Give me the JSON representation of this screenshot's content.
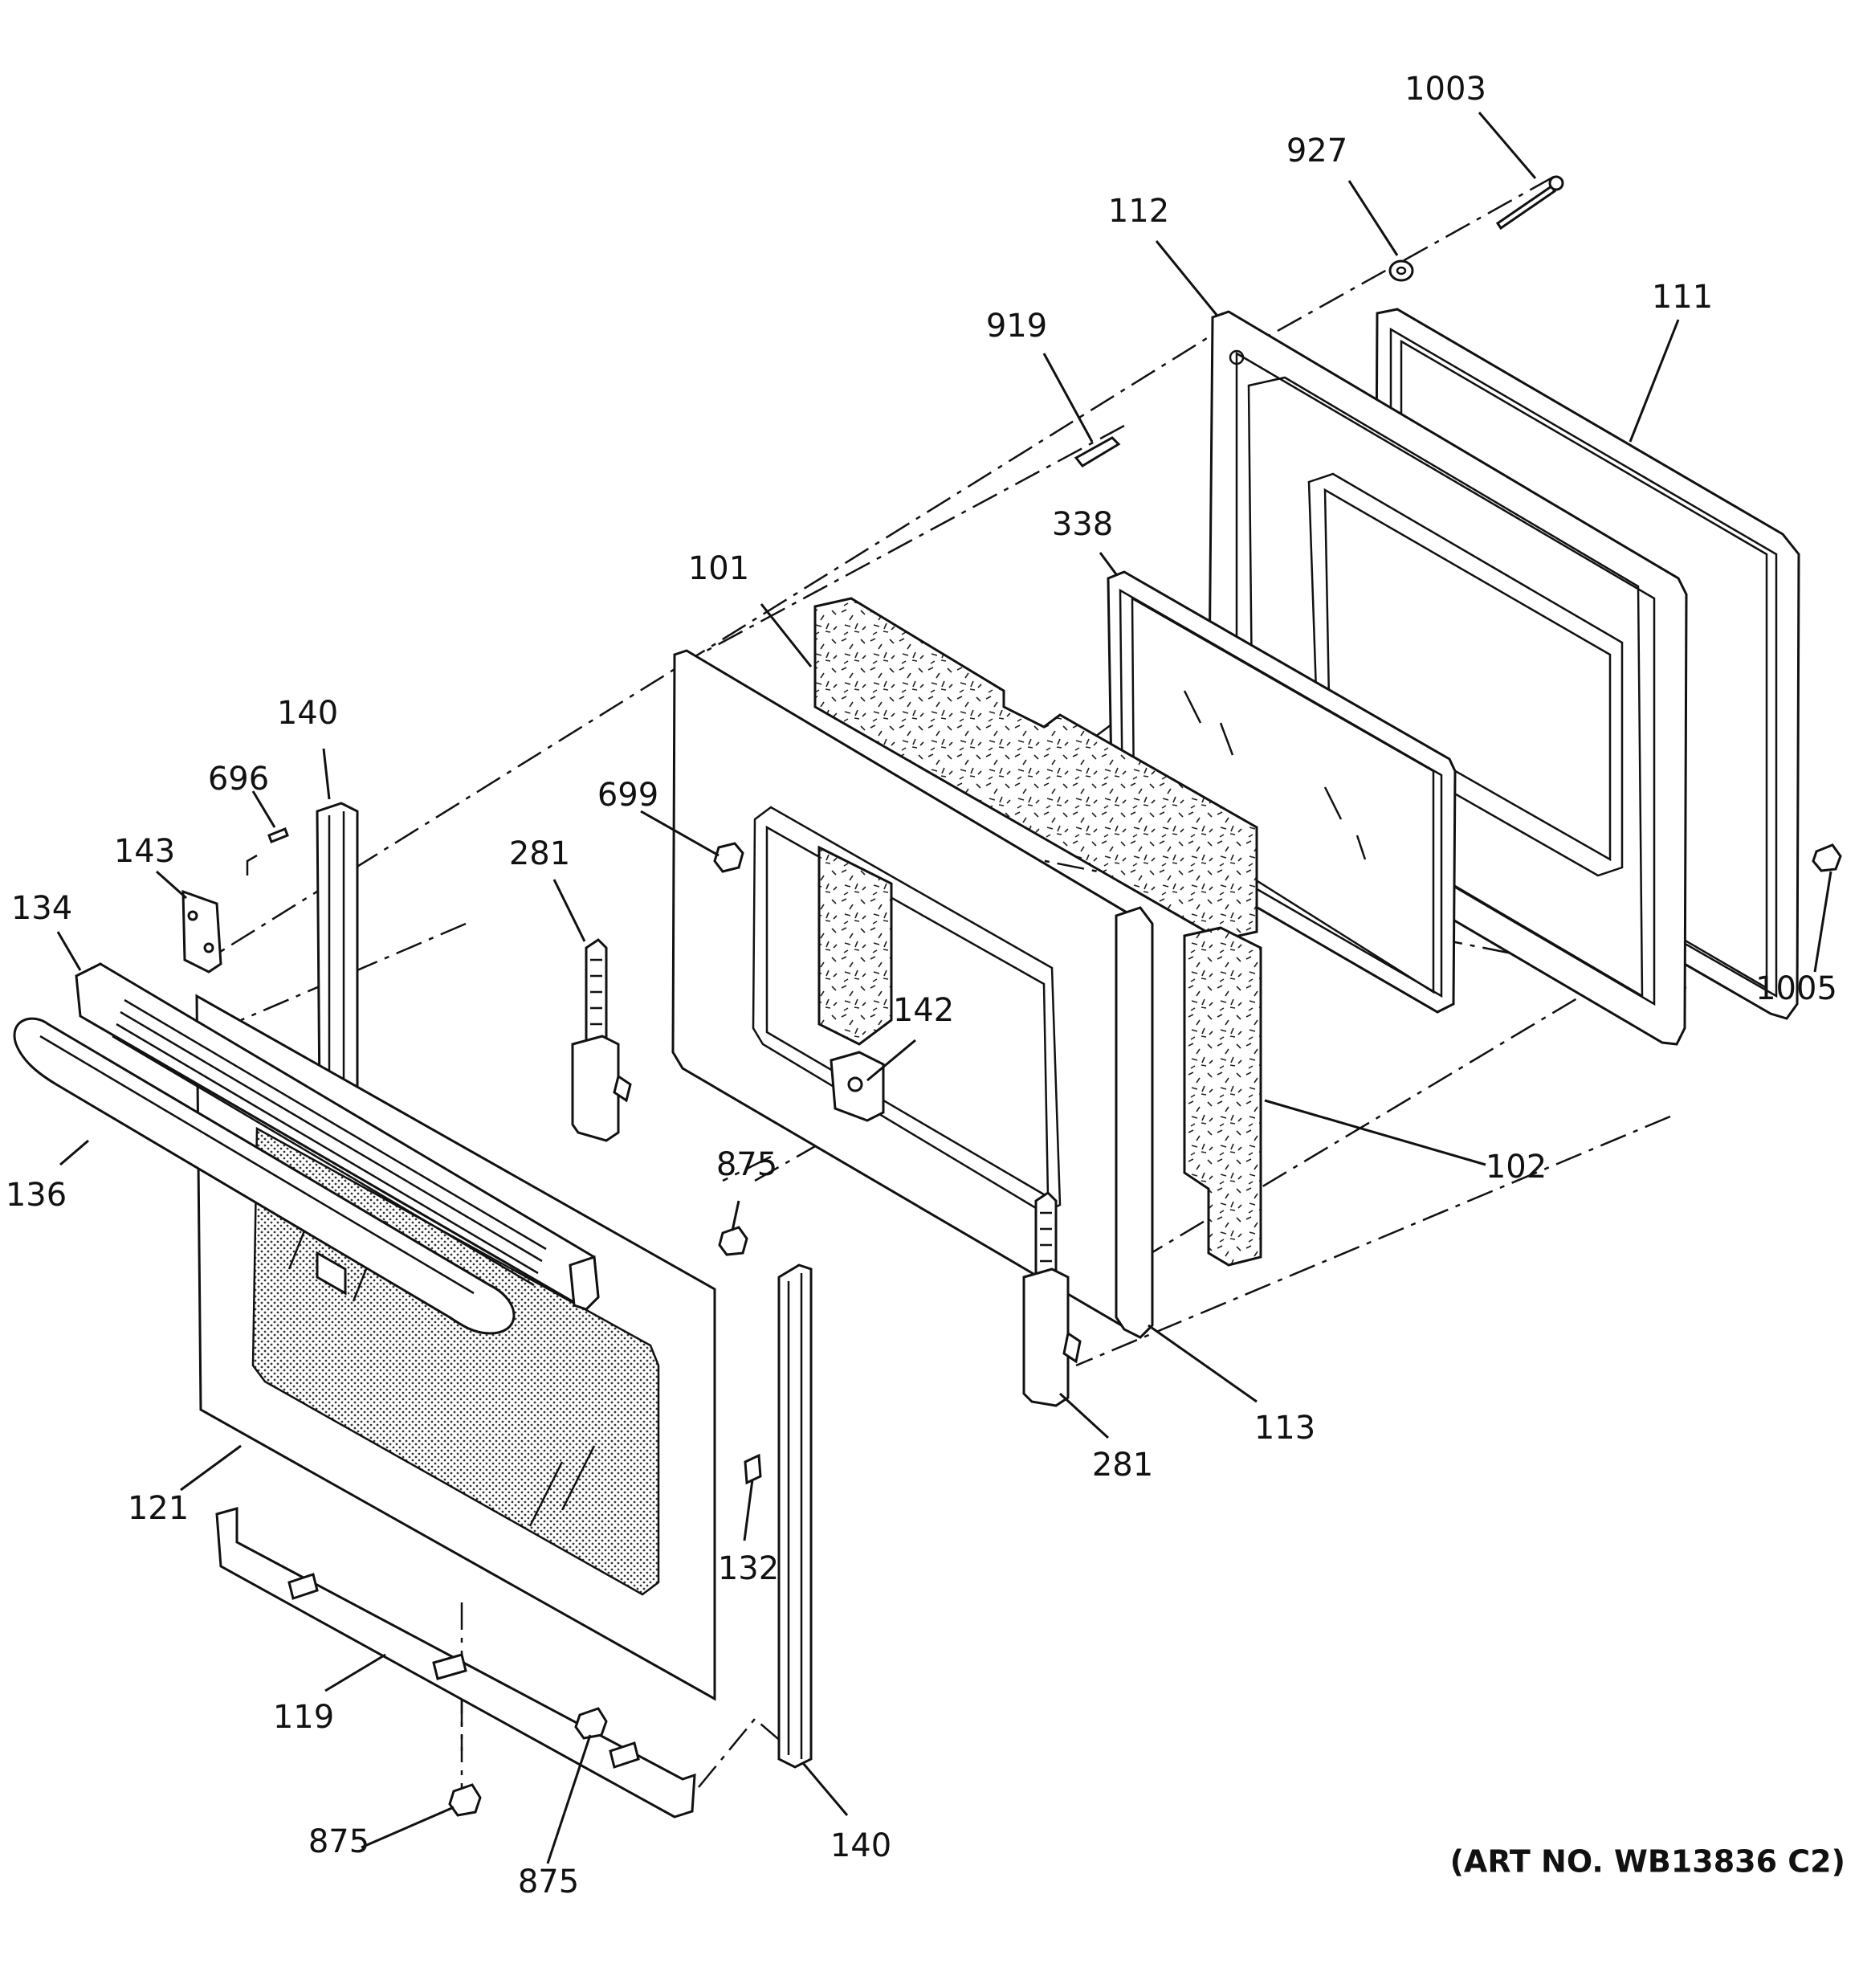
{
  "diagram": {
    "art_number": "(ART NO. WB13836 C2)",
    "callouts": {
      "c1003": "1003",
      "c927": "927",
      "c112": "112",
      "c111": "111",
      "c919": "919",
      "c338": "338",
      "c101": "101",
      "c140_top": "140",
      "c696": "696",
      "c699": "699",
      "c281_left": "281",
      "c143": "143",
      "c134": "134",
      "c142": "142",
      "c1005": "1005",
      "c136": "136",
      "c875_mid": "875",
      "c102": "102",
      "c113": "113",
      "c281_right": "281",
      "c121": "121",
      "c132": "132",
      "c119": "119",
      "c875_left": "875",
      "c875_bottom": "875",
      "c140_bottom": "140"
    }
  }
}
